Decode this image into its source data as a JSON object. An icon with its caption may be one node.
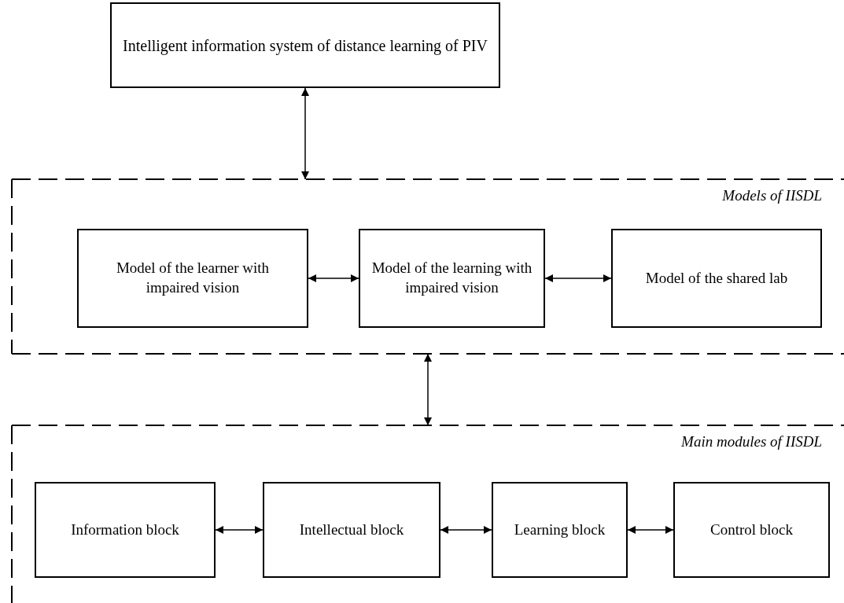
{
  "diagram": {
    "nodes": [
      {
        "text": [
          "Intelligent information system of distance learning of PIV"
        ]
      },
      {
        "text": [
          "Models of IISDL"
        ]
      },
      {
        "text": [
          "Model of the learner with impaired vision"
        ],
        "in": 1
      },
      {
        "text": [
          "Model of the learning with impaired vision"
        ],
        "in": 1
      },
      {
        "text": [
          "Model of the shared lab"
        ],
        "in": 1
      },
      {
        "text": [
          "Main modules of IISDL"
        ]
      },
      {
        "text": [
          "Information block"
        ],
        "in": 5
      },
      {
        "text": [
          "Intellectual block"
        ],
        "in": 5
      },
      {
        "text": [
          "Learning block"
        ],
        "in": 5
      },
      {
        "text": [
          "Control block"
        ],
        "in": 5
      }
    ],
    "edges": [
      {
        "from": 0,
        "to": 1,
        "arrow": "both"
      },
      {
        "from": 2,
        "to": 3,
        "arrow": "both"
      },
      {
        "from": 3,
        "to": 4,
        "arrow": "both"
      },
      {
        "from": 1,
        "to": 5,
        "arrow": "both"
      },
      {
        "from": 6,
        "to": 7,
        "arrow": "both"
      },
      {
        "from": 7,
        "to": 8,
        "arrow": "both"
      },
      {
        "from": 8,
        "to": 9,
        "arrow": "both"
      }
    ]
  }
}
